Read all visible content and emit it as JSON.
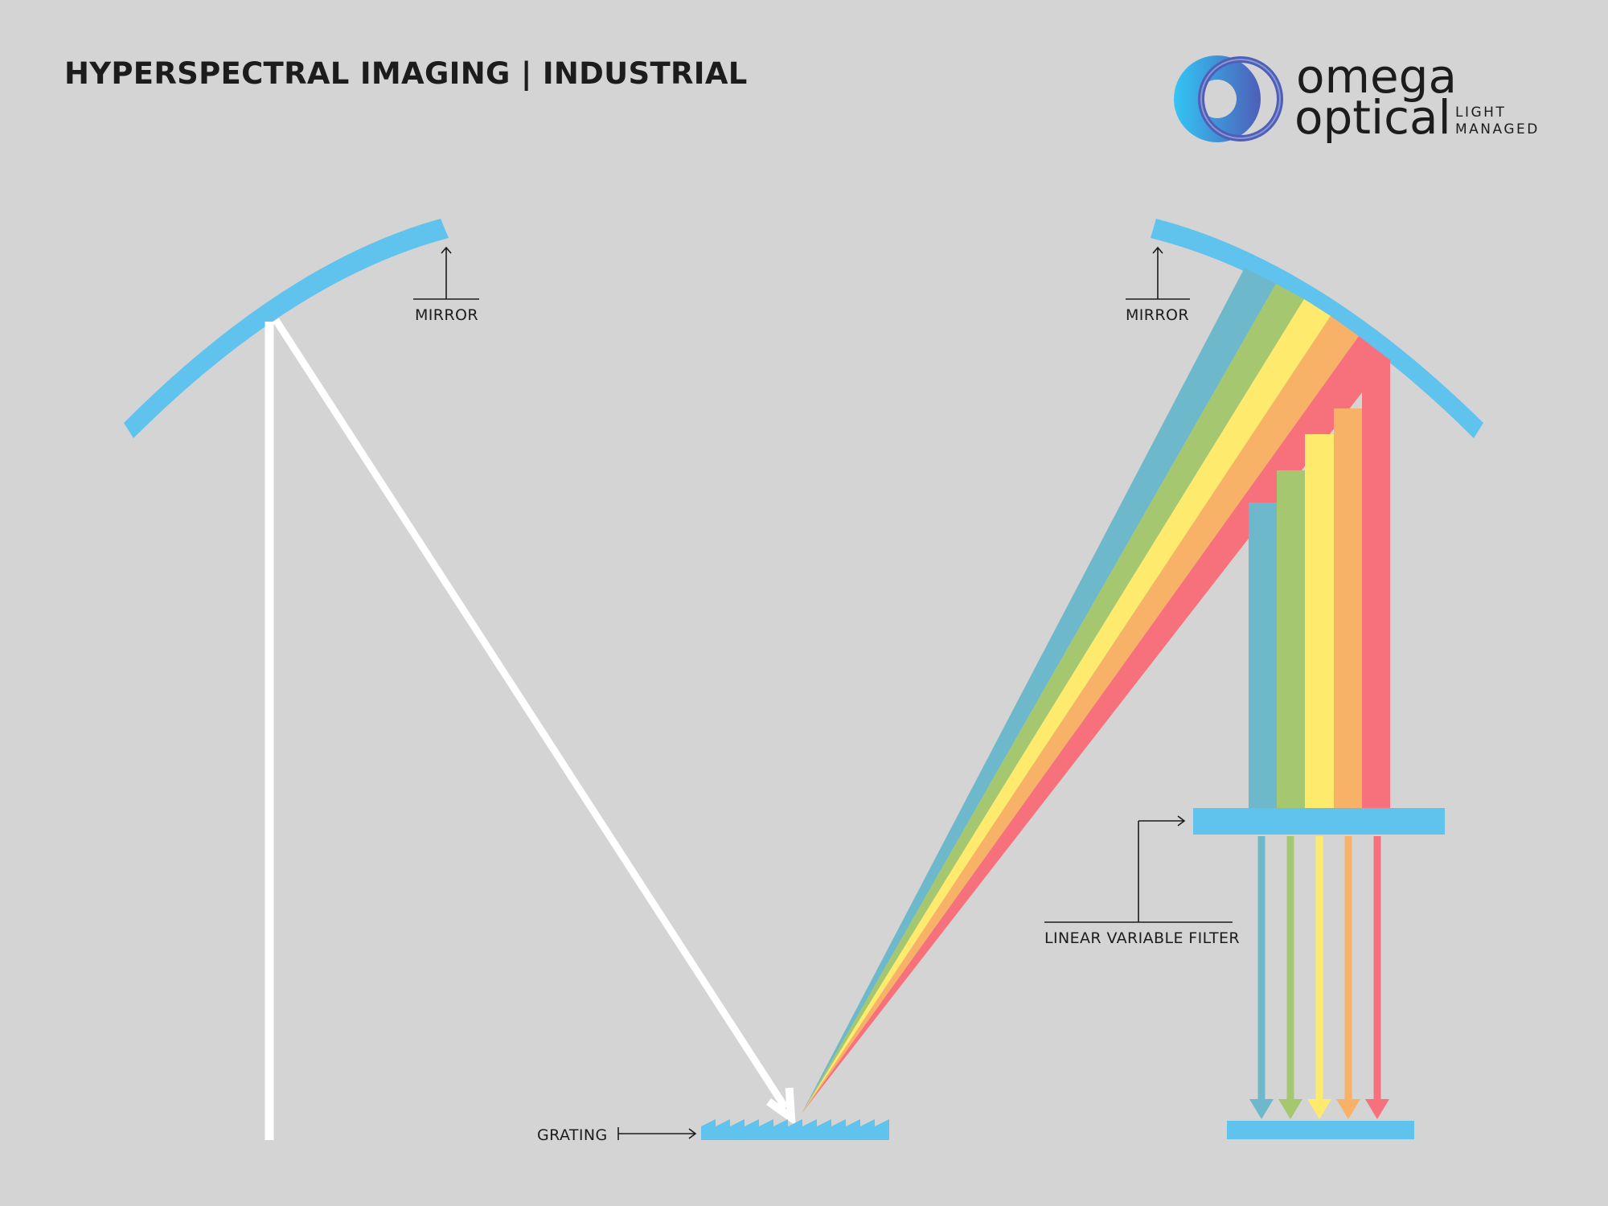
{
  "title": "HYPERSPECTRAL IMAGING | INDUSTRIAL",
  "logo": {
    "word_top": "omega",
    "word_bottom": "optical",
    "tagline_line1": "LIGHT",
    "tagline_line2": "MANAGED"
  },
  "labels": {
    "mirror_left": "MIRROR",
    "mirror_right": "MIRROR",
    "linear_variable_filter": "LINEAR VARIABLE FILTER",
    "grating": "GRATING"
  },
  "colors": {
    "background": "#d4d4d4",
    "optic_blue": "#5fc3ee",
    "white_beam": "#ffffff",
    "ink": "#1c1c1c",
    "spectrum": [
      "#6db8cb",
      "#a5c76f",
      "#feeb6d",
      "#f7b267",
      "#f6717b"
    ],
    "logo_gradient": [
      "#33c5f5",
      "#4d5fb8"
    ]
  }
}
